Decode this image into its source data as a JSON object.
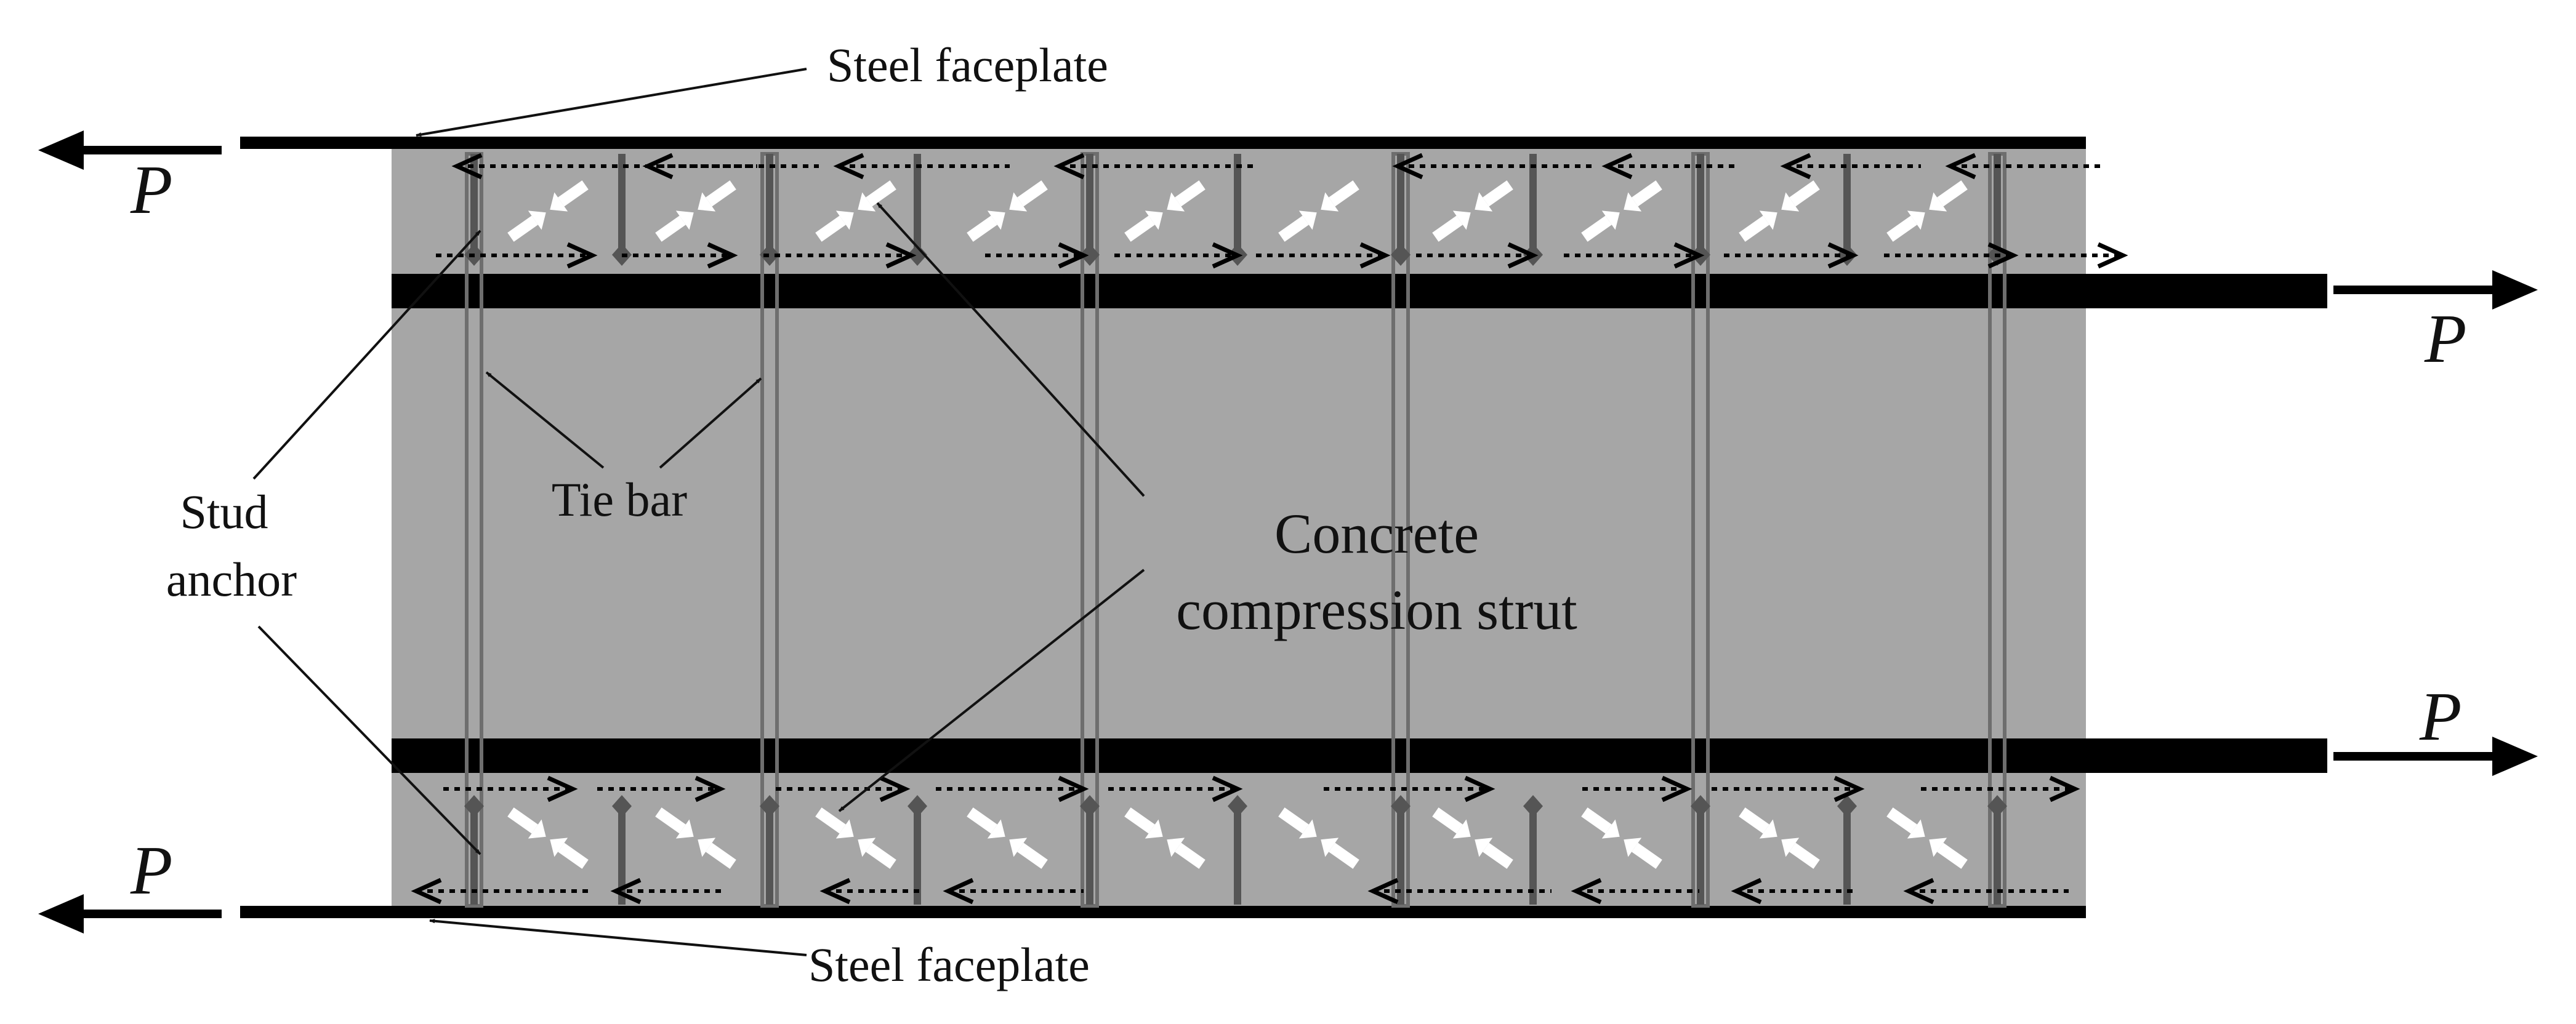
{
  "labels": {
    "steel_faceplate_top": "Steel faceplate",
    "steel_faceplate_bottom": "Steel faceplate",
    "stud_anchor_line1": "Stud",
    "stud_anchor_line2": "anchor",
    "tie_bar": "Tie bar",
    "concrete_strut_line1": "Concrete",
    "concrete_strut_line2": "compression  strut",
    "load_symbol": "P"
  },
  "colors": {
    "concrete": "#a6a6a6",
    "steel": "#000000",
    "tie_bar": "#6e6e6e",
    "stud": "#555555",
    "strut_arrow": "#ffffff",
    "annotation": "#111111"
  },
  "icons": {
    "load_arrow": "arrow-icon",
    "strut": "double-arrow-icon",
    "stud": "stud-icon",
    "tie": "tie-bar-icon"
  }
}
